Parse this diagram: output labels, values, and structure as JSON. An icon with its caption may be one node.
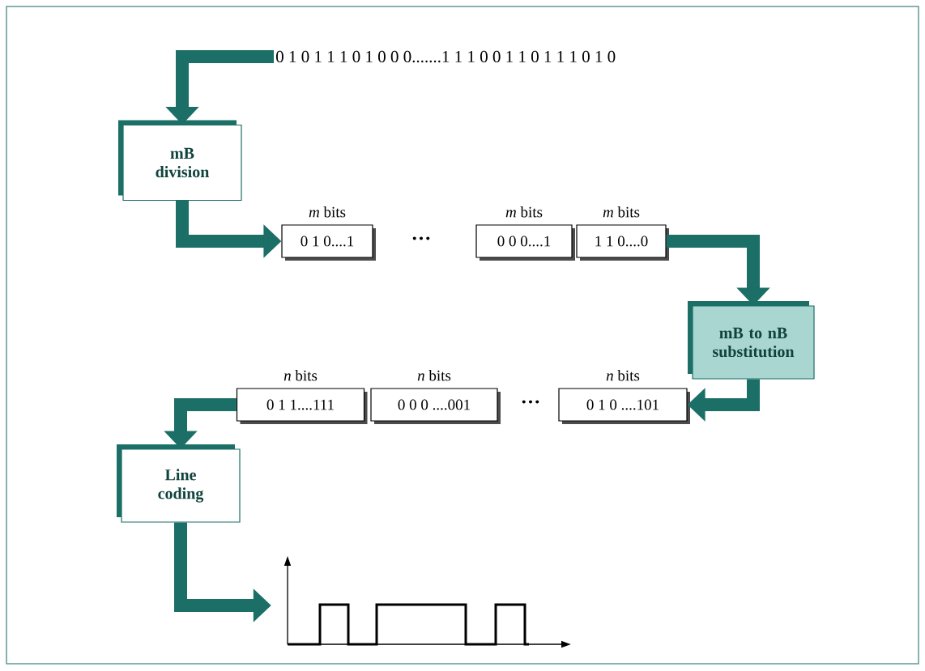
{
  "diagram": {
    "nodes": [
      {
        "text": [
          "0 1 0 1 1 1 0 1 0 0 0.......1 1 1 0 0 1 1 0 1 1 1 0 1 0"
        ]
      },
      {
        "text": [
          "mB division"
        ]
      },
      {
        "text": [
          "0 1 0....1"
        ],
        "beside": [
          "*m* bits"
        ]
      },
      {
        "text": [
          "0 0 0....1"
        ],
        "beside": [
          "*m* bits"
        ]
      },
      {
        "text": [
          "1 1 0....0"
        ],
        "beside": [
          "*m* bits"
        ]
      },
      {
        "text": [
          "mB to nB substitution"
        ]
      },
      {
        "text": [
          "0 1 1....111"
        ],
        "beside": [
          "*n* bits"
        ]
      },
      {
        "text": [
          "0 0 0 ....001"
        ],
        "beside": [
          "*n* bits"
        ]
      },
      {
        "text": [
          "0 1 0 ....101"
        ],
        "beside": [
          "*n* bits"
        ]
      },
      {
        "text": [
          "Line coding"
        ]
      },
      {
        "text": [],
        "shape": "picture"
      }
    ],
    "edges": [
      {
        "from": 0,
        "to": 1,
        "arrow": "to"
      },
      {
        "from": 1,
        "to": 2,
        "arrow": "to"
      },
      {
        "from": 4,
        "to": 5,
        "arrow": "to"
      },
      {
        "from": 5,
        "to": 8,
        "arrow": "to"
      },
      {
        "from": 6,
        "to": 9,
        "arrow": "to"
      },
      {
        "from": 9,
        "to": 10,
        "arrow": "to"
      }
    ],
    "labels": [
      "•••",
      "•••"
    ]
  }
}
